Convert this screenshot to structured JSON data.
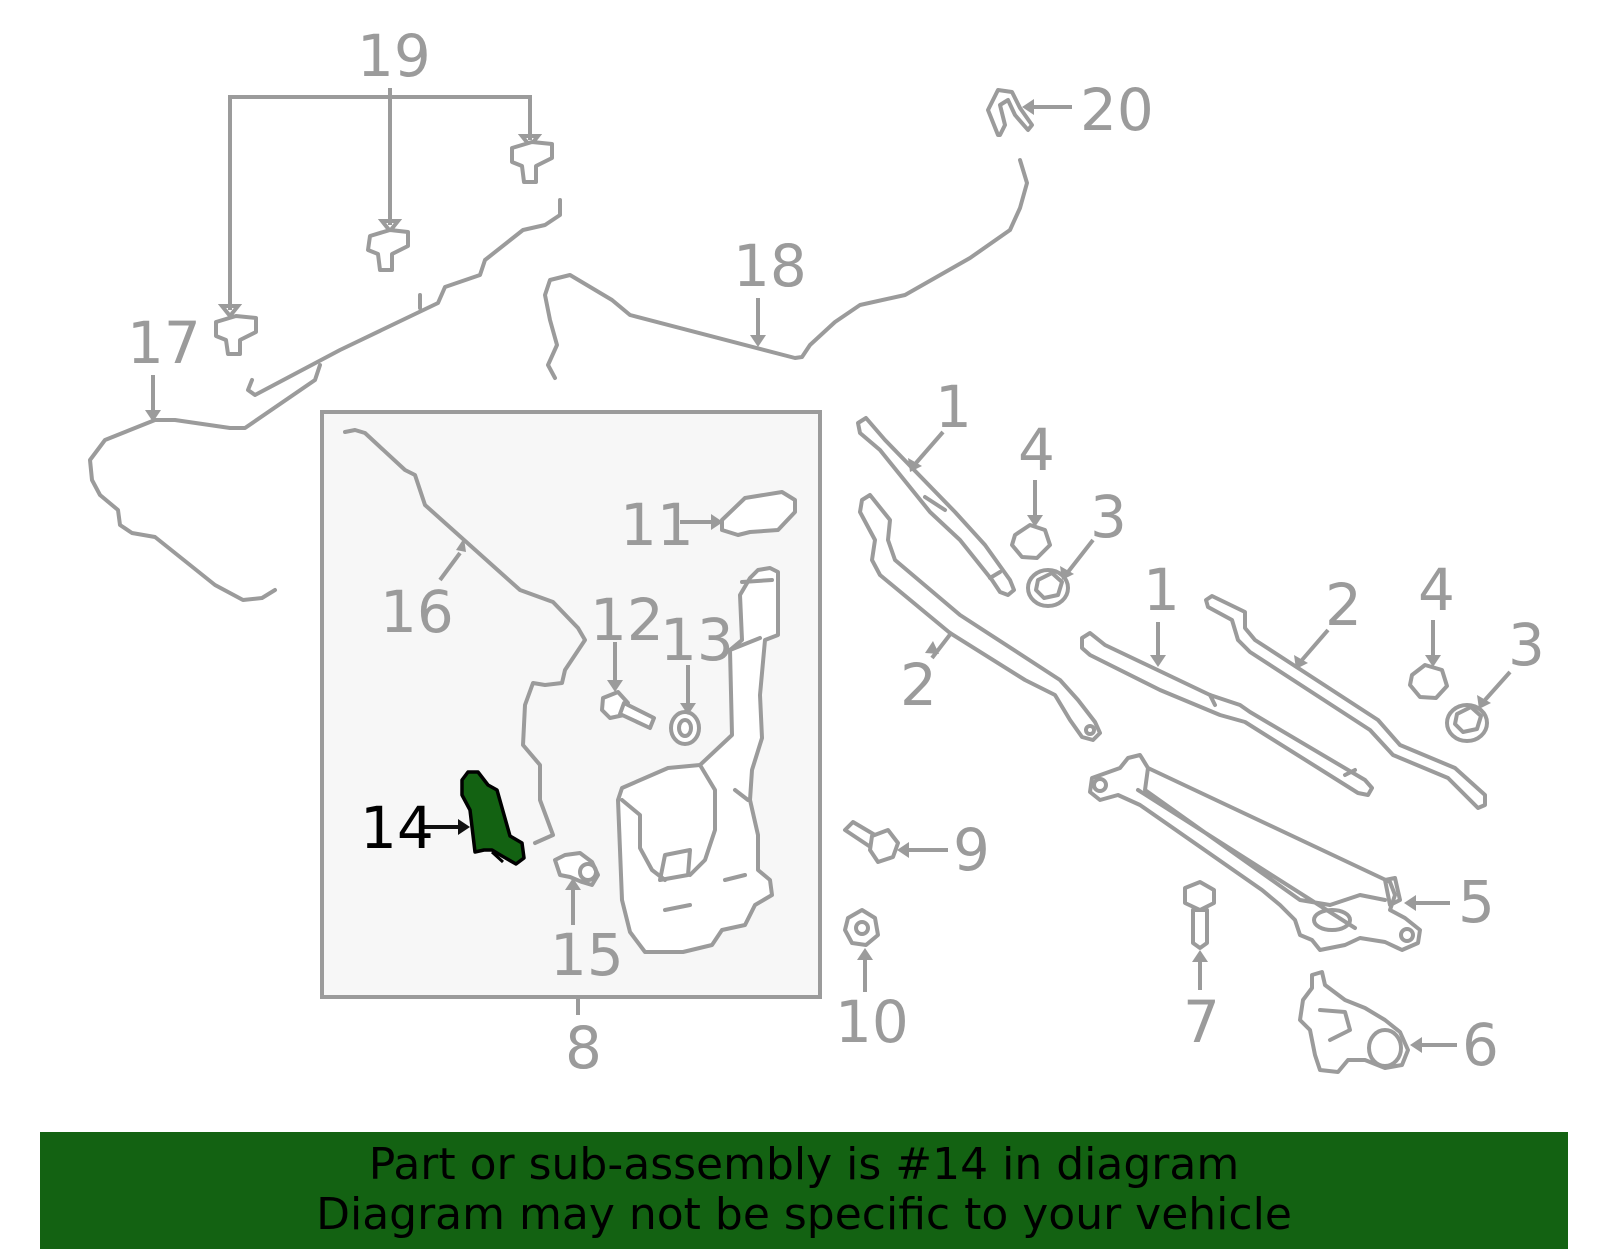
{
  "colors": {
    "part_stroke": "#9b9b9b",
    "highlight_fill": "#136212",
    "inset_background": "#f7f7f7",
    "banner_background": "#136212",
    "text_dark": "#000000"
  },
  "callouts": {
    "c1a": "1",
    "c1b": "1",
    "c2a": "2",
    "c2b": "2",
    "c3a": "3",
    "c3b": "3",
    "c4a": "4",
    "c4b": "4",
    "c5": "5",
    "c6": "6",
    "c7": "7",
    "c8": "8",
    "c9": "9",
    "c10": "10",
    "c11": "11",
    "c12": "12",
    "c13": "13",
    "c14": "14",
    "c15": "15",
    "c16": "16",
    "c17": "17",
    "c18": "18",
    "c19": "19",
    "c20": "20"
  },
  "highlighted_part": "14",
  "banner": {
    "line1": "Part or sub-assembly is #14 in diagram",
    "line2": "Diagram may not be specific to your vehicle"
  }
}
